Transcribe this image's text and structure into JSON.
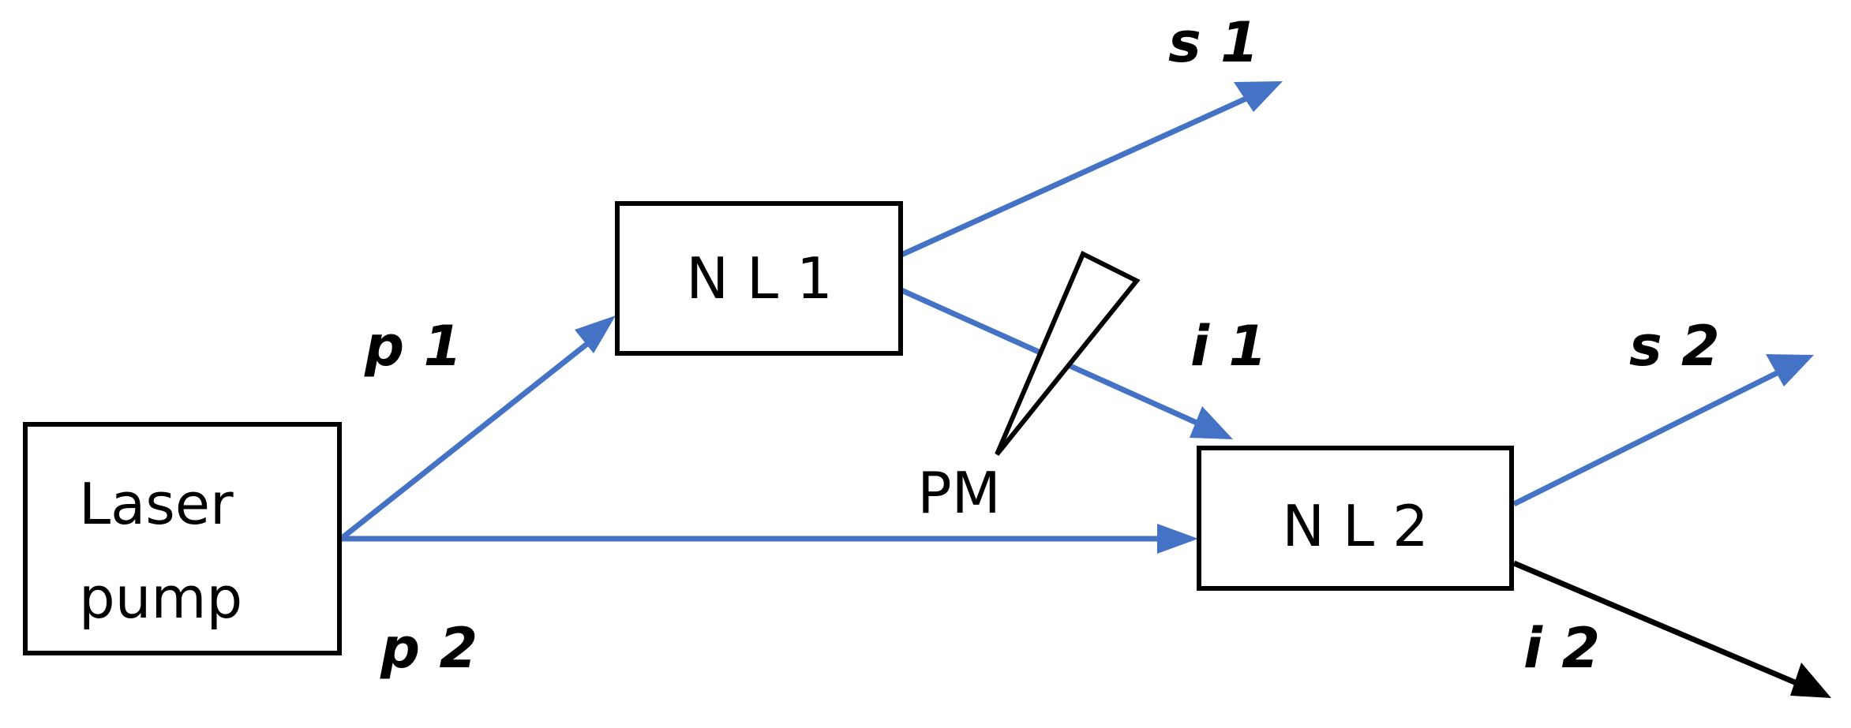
{
  "nodes": {
    "laser_pump": {
      "label_line1": "Laser",
      "label_line2": "pump"
    },
    "nl1": {
      "label": "N L 1"
    },
    "nl2": {
      "label": "N L 2"
    },
    "phase_modulator": {
      "label": "PM"
    }
  },
  "beams": {
    "p1": {
      "label": "p 1",
      "color": "#4472c4"
    },
    "p2": {
      "label": "p 2",
      "color": "#4472c4"
    },
    "s1": {
      "label": "s 1",
      "color": "#4472c4"
    },
    "i1": {
      "label": "i 1",
      "color": "#4472c4"
    },
    "s2": {
      "label": "s 2",
      "color": "#4472c4"
    },
    "i2": {
      "label": "i 2",
      "color": "#000000"
    }
  }
}
